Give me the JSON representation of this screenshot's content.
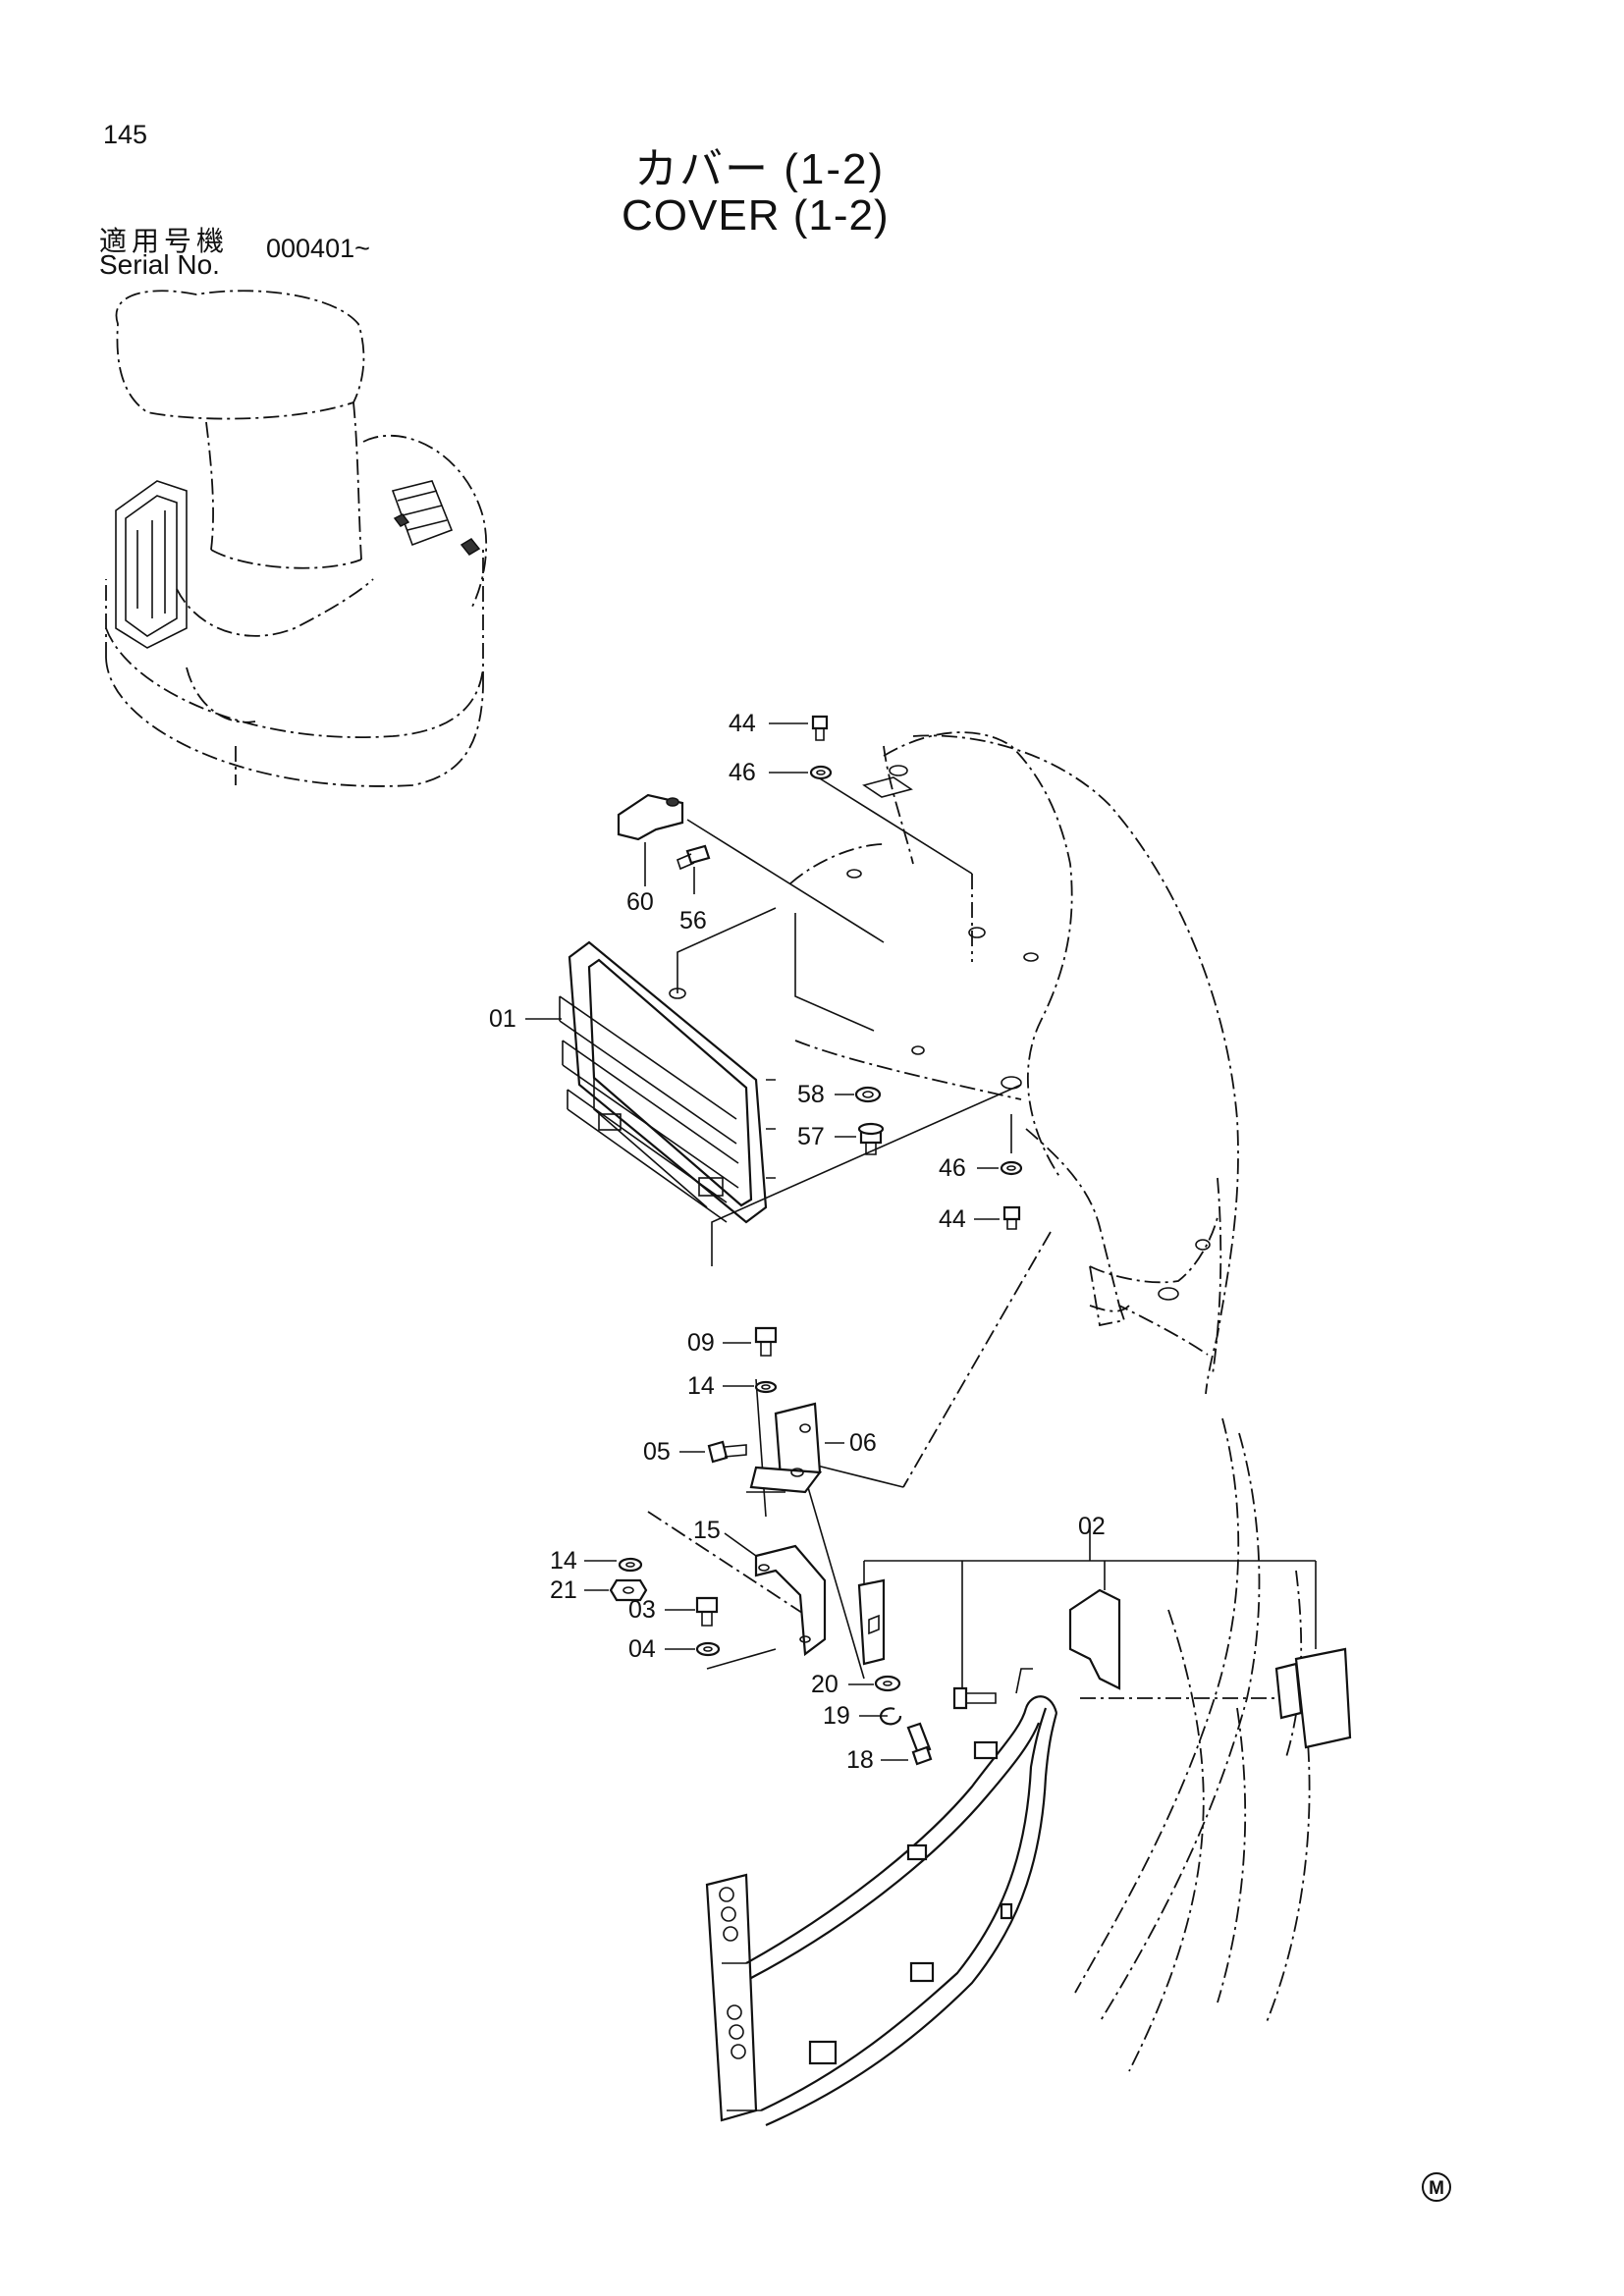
{
  "page": {
    "number": "145",
    "title_jp": "カバー (1-2)",
    "title_en": "COVER (1-2)",
    "serial_label_jp": "適用号機",
    "serial_label_en": "Serial No.",
    "serial_range": "000401~",
    "mark": "M"
  },
  "callouts": [
    "44",
    "46",
    "60",
    "56",
    "01",
    "58",
    "57",
    "46",
    "44",
    "09",
    "14",
    "05",
    "06",
    "15",
    "14",
    "21",
    "03",
    "04",
    "02",
    "20",
    "19",
    "18"
  ]
}
